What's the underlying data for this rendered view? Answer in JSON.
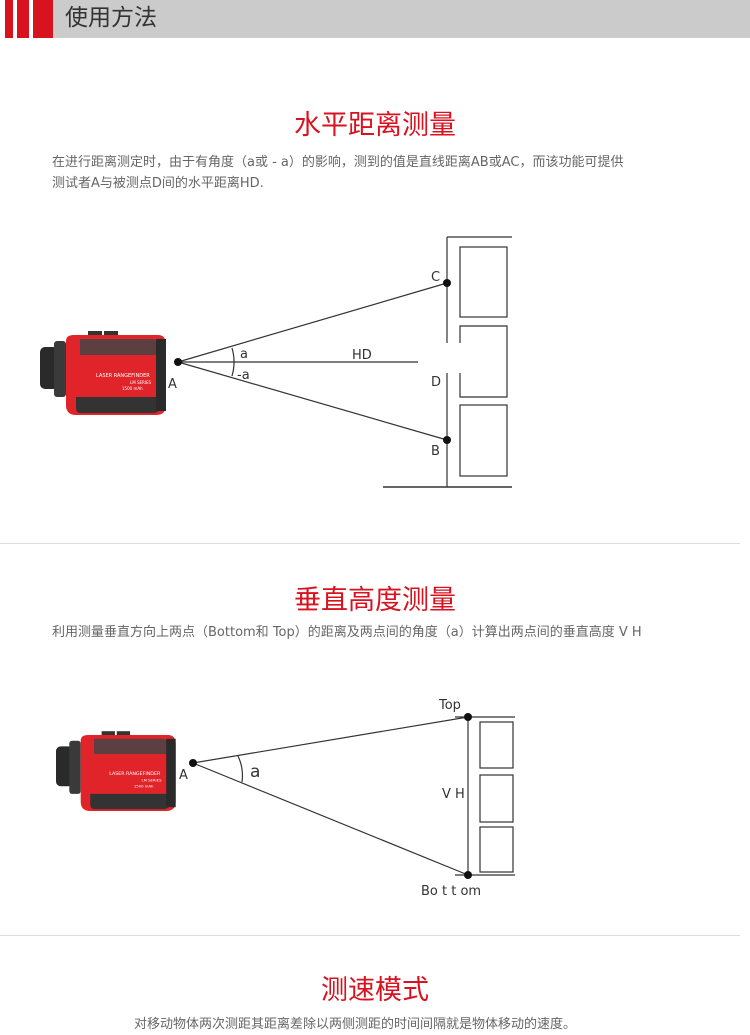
{
  "header": {
    "title": "使用方法"
  },
  "section1": {
    "title": "水平距离测量",
    "description_line1": "在进行距离测定时，由于有角度（a或 - a）的影响，测到的值是直线距离AB或AC，而该功能可提供",
    "description_line2": "测试者A与被测点D间的水平距离HD.",
    "labels": {
      "A": "A",
      "B": "B",
      "C": "C",
      "D": "D",
      "HD": "HD",
      "a": "a",
      "neg_a": "-a"
    }
  },
  "section2": {
    "title": "垂直高度测量",
    "description": "利用测量垂直方向上两点（Bottom和 Top）的距离及两点间的角度（a）计算出两点间的垂直高度 V H",
    "labels": {
      "A": "A",
      "a": "a",
      "top": "Top",
      "bottom": "Bo t t om",
      "vh": "V H"
    }
  },
  "section3": {
    "title": "测速模式",
    "description": "对移动物体两次测距其距离差除以两侧测距的时间间隔就是物体移动的速度。"
  },
  "device": {
    "brand_text": "LASER RANGEFINDER",
    "series": "LM SERIES",
    "spec": "1500 mAh"
  },
  "colors": {
    "accent": "#d9121f",
    "header_gray": "#cbcbcb"
  }
}
